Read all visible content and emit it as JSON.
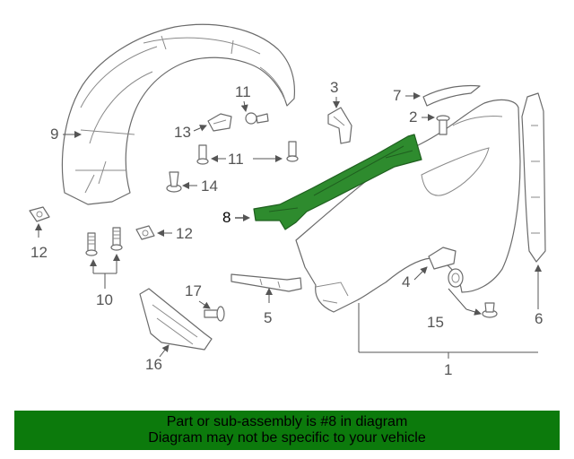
{
  "colors": {
    "highlight": "#2e8b2e",
    "banner": "#0c7a0c",
    "line": "#6b6b6b"
  },
  "labels": {
    "p1": "1",
    "p2": "2",
    "p3": "3",
    "p4": "4",
    "p5": "5",
    "p6": "6",
    "p7": "7",
    "p8": "8",
    "p9": "9",
    "p10": "10",
    "p11a": "11",
    "p11b": "11",
    "p12a": "12",
    "p12b": "12",
    "p13": "13",
    "p14": "14",
    "p15": "15",
    "p16": "16",
    "p17": "17"
  },
  "banner": {
    "line1": "Part or sub-assembly is #8 in diagram",
    "line2": "Diagram may not be specific to your vehicle"
  }
}
